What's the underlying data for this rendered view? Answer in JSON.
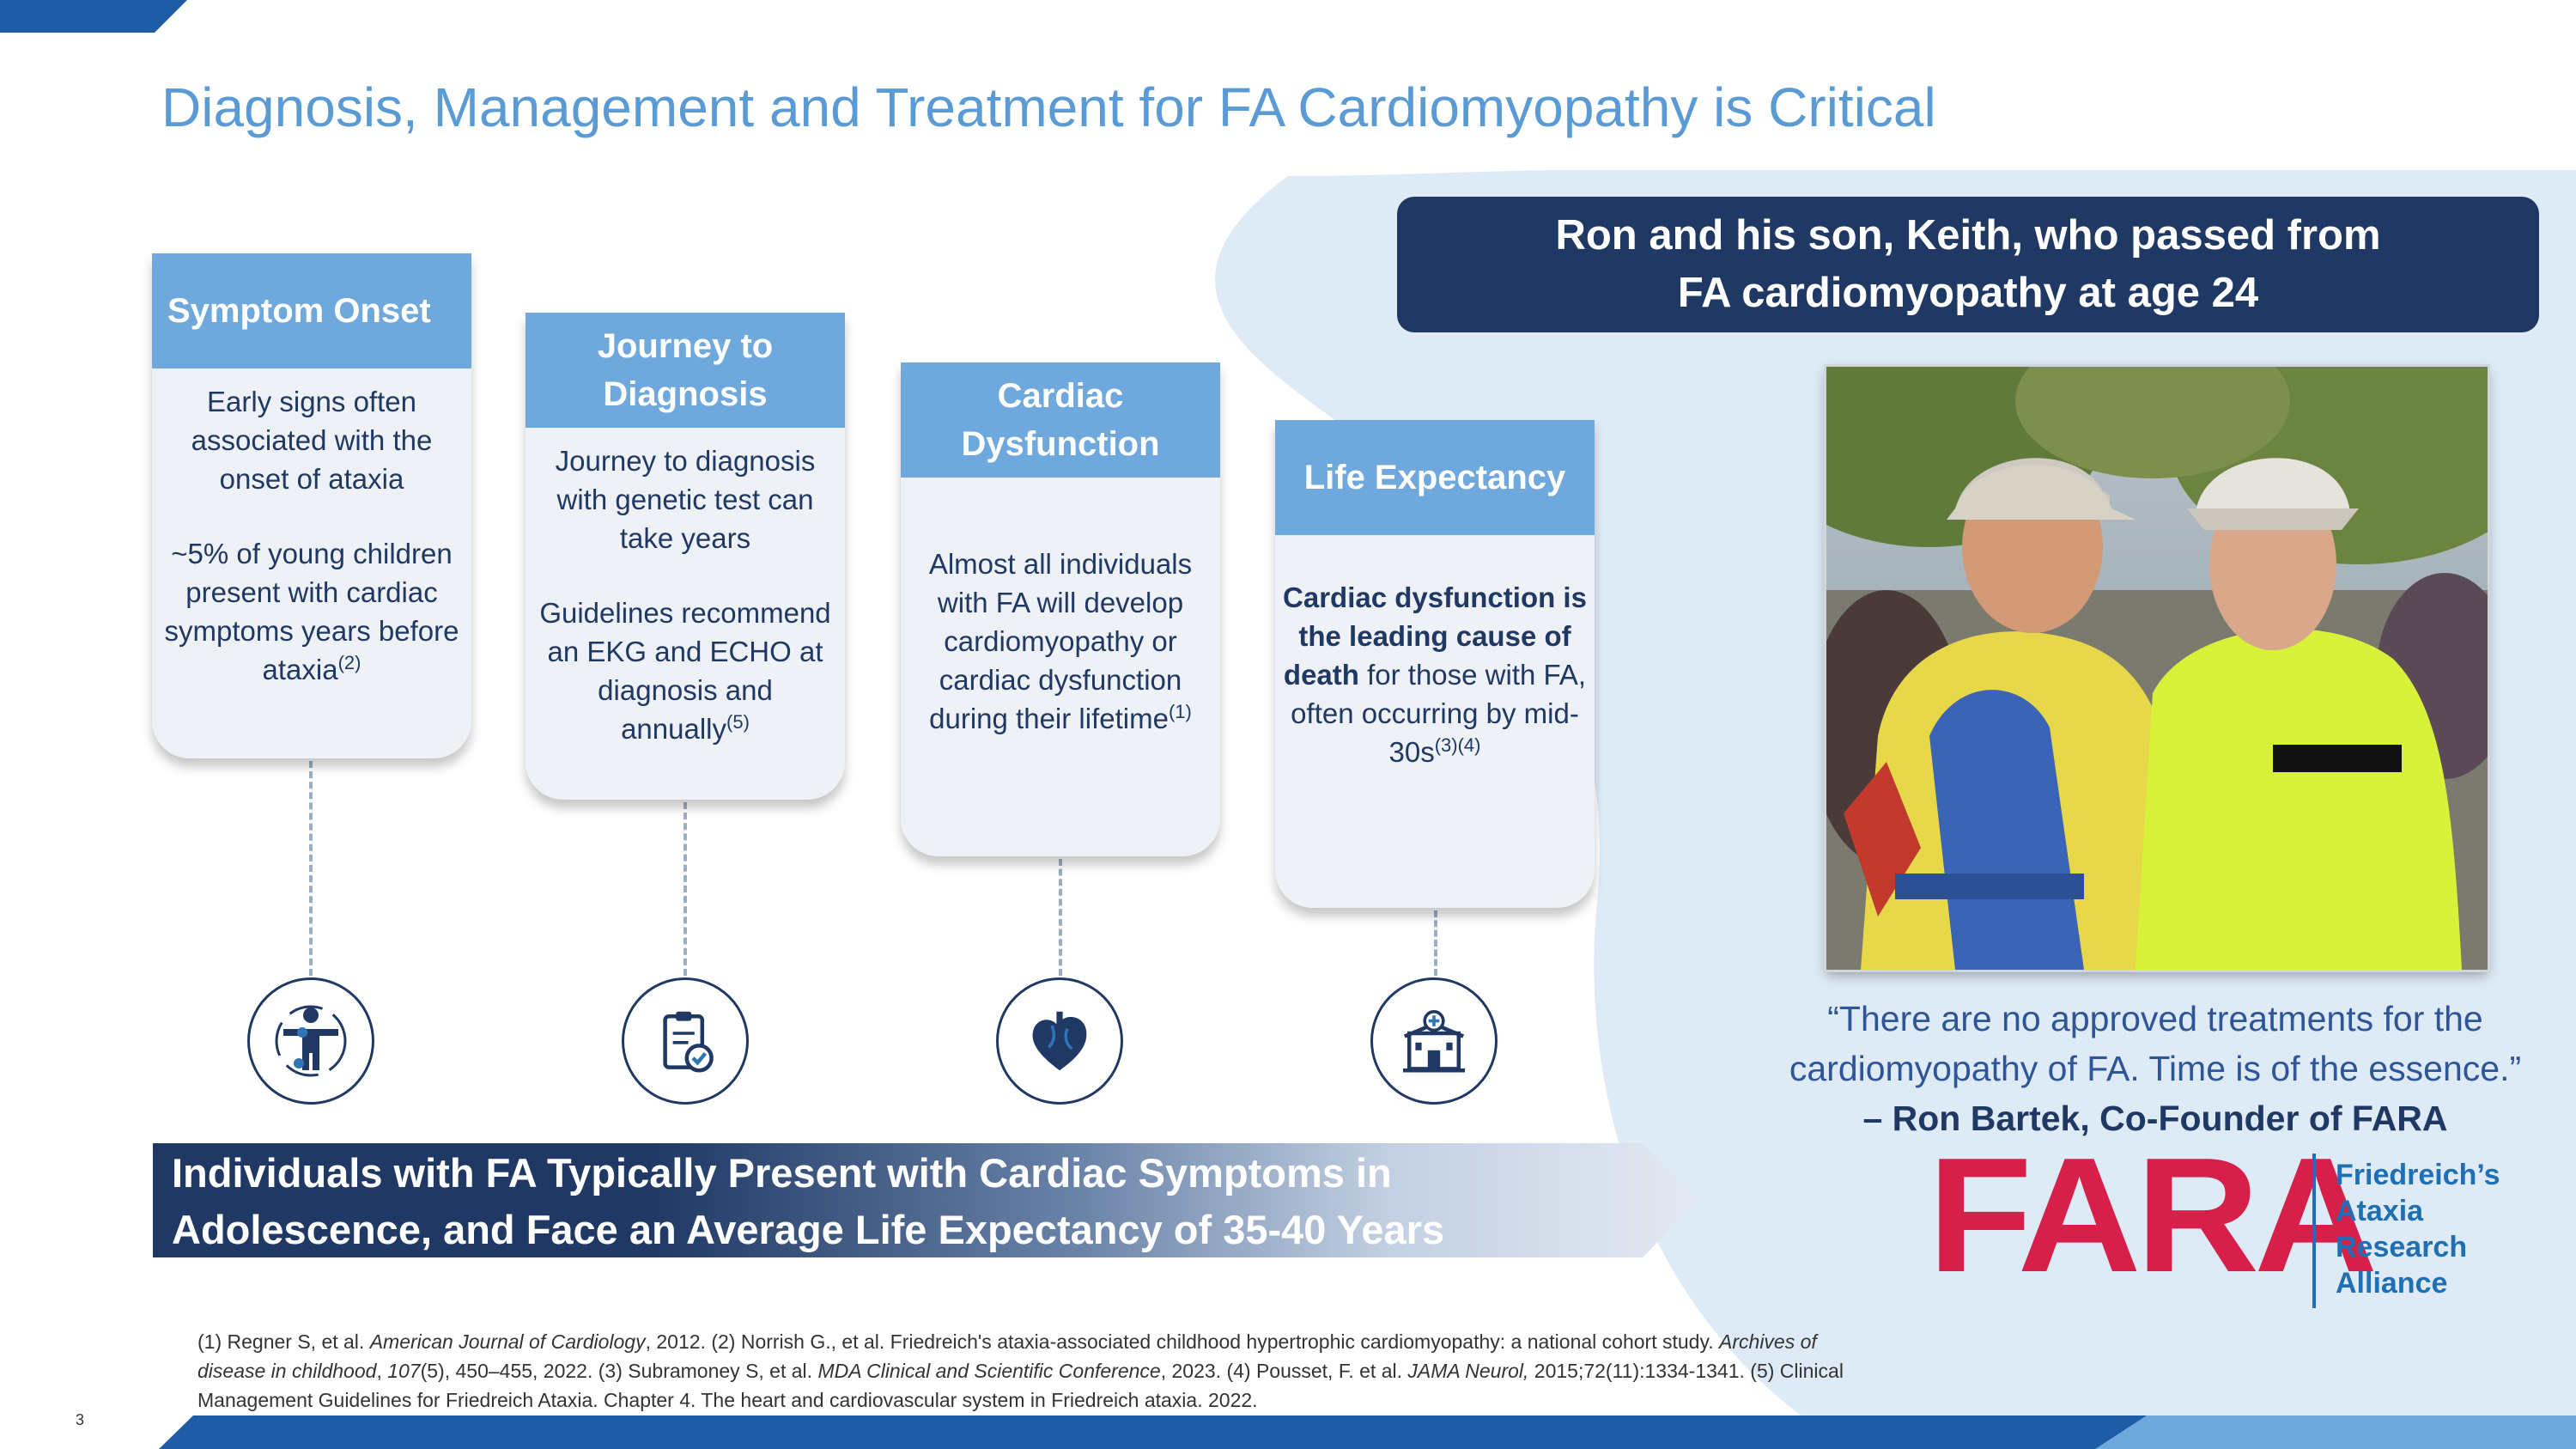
{
  "slide": {
    "title": "Diagnosis, Management and Treatment for FA Cardiomyopathy is Critical",
    "page_number": "3"
  },
  "cards": [
    {
      "heading": "Symptom Onset",
      "paragraphs": [
        {
          "text": "Early signs often associated with the onset of ataxia",
          "ref": ""
        },
        {
          "text": "~5% of young children present with cardiac symptoms years before ataxia",
          "ref": "(2)"
        }
      ],
      "icon": "person-icon"
    },
    {
      "heading": "Journey to Diagnosis",
      "paragraphs": [
        {
          "text": "Journey to diagnosis with genetic test can take years",
          "ref": ""
        },
        {
          "text": "Guidelines recommend an EKG and ECHO at diagnosis and annually",
          "ref": "(5)"
        }
      ],
      "icon": "clipboard-check-icon"
    },
    {
      "heading": "Cardiac Dysfunction",
      "paragraphs": [
        {
          "text": "Almost all individuals with FA will develop cardiomyopathy or cardiac dysfunction during their lifetime",
          "ref": "(1)"
        }
      ],
      "icon": "heart-icon"
    },
    {
      "heading": "Life Expectancy",
      "bold_lead": "Cardiac dysfunction is the leading cause of death",
      "rest": " for those with FA, often occurring by mid-30s",
      "ref": "(3)(4)",
      "icon": "hospital-icon"
    }
  ],
  "banner": {
    "line1": "Individuals with FA Typically Present with Cardiac Symptoms in",
    "line2": "Adolescence, and Face an Average Life Expectancy of 35-40 Years"
  },
  "story": {
    "heading_line1": "Ron and his son, Keith, who passed from",
    "heading_line2": "FA cardiomyopathy at age 24",
    "quote_line1": "“There are no approved treatments for the",
    "quote_line2": "cardiomyopathy of FA. Time is of the essence.”",
    "author": "– Ron Bartek, Co-Founder of FARA"
  },
  "logo": {
    "wordmark": "FARA",
    "line1": "Friedreich’s",
    "line2": "Ataxia",
    "line3": "Research",
    "line4": "Alliance"
  },
  "references": [
    {
      "pre": "(1) Regner S, et al. ",
      "em": "American Journal of Cardiology",
      "post": ", 2012.  "
    },
    {
      "pre": "(2) Norrish G., et al. Friedreich's ataxia-associated childhood hypertrophic cardiomyopathy: a national cohort study. ",
      "em": "Archives of disease in childhood",
      "post": ", "
    },
    {
      "pre": "",
      "em": "107",
      "post": "(5), 450–455, 2022. "
    },
    {
      "pre": "(3) Subramoney S, et al.  ",
      "em": "MDA Clinical and Scientific Conference",
      "post": ", 2023. "
    },
    {
      "pre": "(4) Pousset, F. et al. ",
      "em": "JAMA Neurol,",
      "post": " 2015;72(11):1334-1341. "
    },
    {
      "pre": "(5) Clinical Management Guidelines for Friedreich Ataxia. Chapter 4. The heart and cardiovascular system in Friedreich ataxia. 2022.",
      "em": "",
      "post": ""
    }
  ],
  "colors": {
    "navy": "#1f3864",
    "light_blue": "#6fa8dc",
    "title_blue": "#5b9bd5",
    "card_bg": "#eef1f5",
    "fara_red": "#d6204a"
  }
}
